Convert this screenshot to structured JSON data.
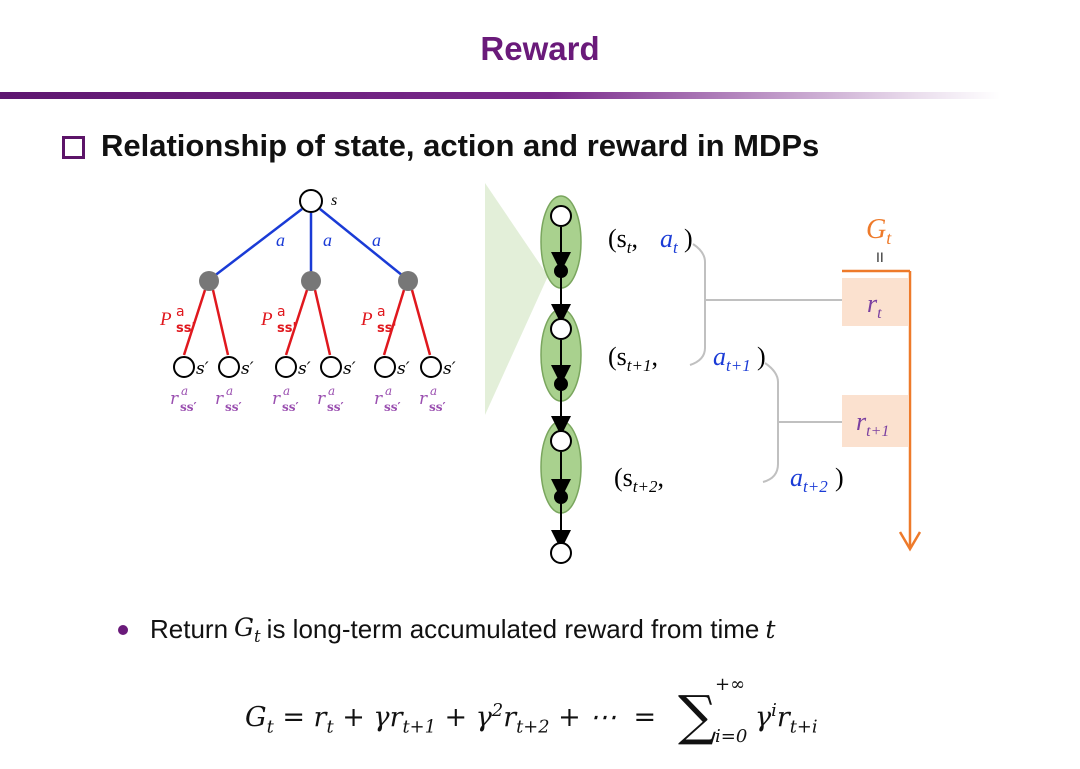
{
  "slide": {
    "title": "Reward",
    "heading": "Relationship of state, action and reward in MDPs"
  },
  "tree": {
    "root_label": "s",
    "action_label": "a",
    "transition_label": "P",
    "transition_sup": "a",
    "transition_sub": "ss'",
    "leaf_label": "s′",
    "reward_label": "r",
    "reward_sup": "a",
    "reward_sub": "ss′"
  },
  "chain": {
    "pairs": [
      {
        "state": "(s",
        "state_sub": "t",
        "sep": ",",
        "action": "a",
        "action_sub": "t",
        "close": ")"
      },
      {
        "state": "(s",
        "state_sub": "t+1",
        "sep": ",",
        "action": "a",
        "action_sub": "t+1",
        "close": ")"
      },
      {
        "state": "(s",
        "state_sub": "t+2",
        "sep": ",",
        "action": "a",
        "action_sub": "t+2",
        "close": ")"
      }
    ],
    "return_label": "G",
    "return_sub": "t",
    "equals": "II",
    "rewards": [
      {
        "label": "r",
        "sub": "t"
      },
      {
        "label": "r",
        "sub": "t+1"
      }
    ]
  },
  "bullet": {
    "prefix": "Return",
    "var": "G",
    "var_sub": "t",
    "middle": "is long-term accumulated reward from time",
    "time_var": "t"
  },
  "formula": {
    "lhs": "G",
    "lhs_sub": "t",
    "rhs_text": "= r",
    "upper": "+∞",
    "lower": "i=0"
  },
  "colors": {
    "title": "#6a1a7a",
    "action_edge": "#1a3bd6",
    "transition_edge": "#e0181e",
    "reward_text": "#9a4fb0",
    "return_orange": "#ee7a2a",
    "reward_box": "#fbe1cf",
    "state_fill": "#a9d18e"
  }
}
